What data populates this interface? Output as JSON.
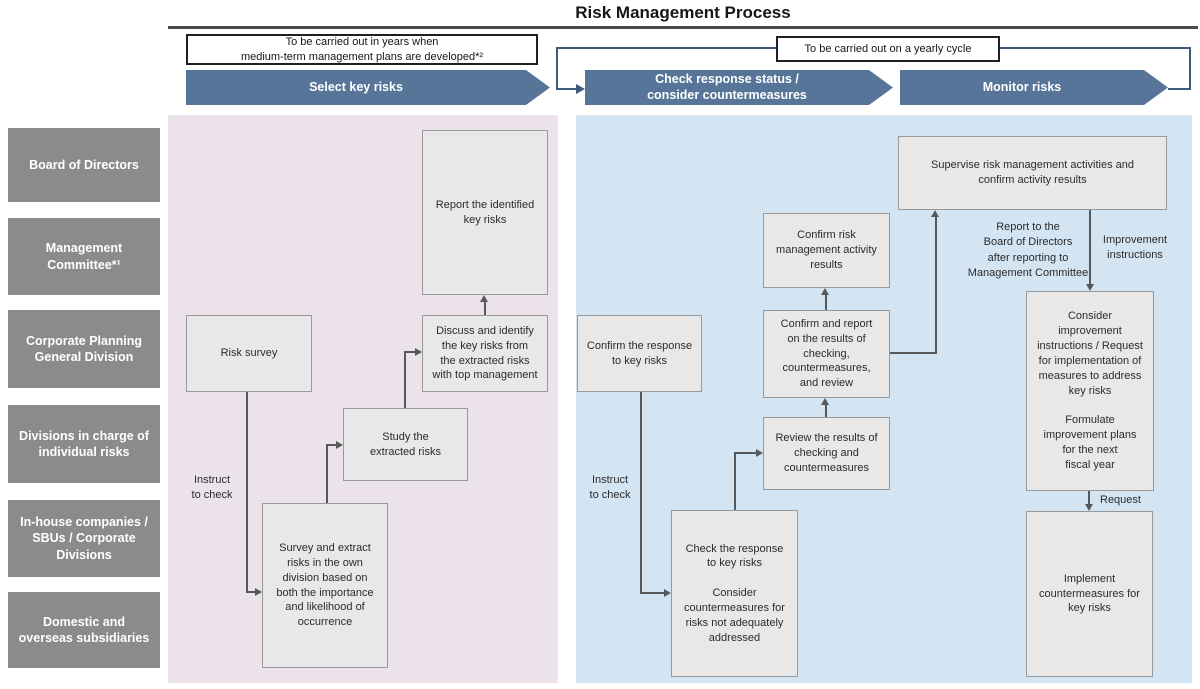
{
  "title": "Risk Management Process",
  "annotations": {
    "medium_term": "To be carried out in years when\nmedium-term management plans are developed*²",
    "yearly_cycle": "To be carried out on a yearly cycle"
  },
  "phases": [
    {
      "label": "Select key risks"
    },
    {
      "label": "Check response status /\nconsider countermeasures"
    },
    {
      "label": "Monitor risks"
    }
  ],
  "actors": [
    "Board of Directors",
    "Management\nCommittee*¹",
    "Corporate Planning\nGeneral Division",
    "Divisions in charge of\nindividual risks",
    "In-house companies /\nSBUs / Corporate\nDivisions",
    "Domestic and\noverseas subsidiaries"
  ],
  "boxes": {
    "report_identified": "Report the identified\nkey risks",
    "risk_survey": "Risk survey",
    "discuss_identify": "Discuss and identify\nthe key risks from\nthe extracted risks\nwith top management",
    "study_extracted": "Study the\nextracted risks",
    "survey_extract": "Survey and extract\nrisks in the own\ndivision based on\nboth the importance\nand likelihood of\noccurrence",
    "confirm_response": "Confirm the response\nto key risks",
    "check_response": "Check the response\nto key risks\n\nConsider\ncountermeasures for\nrisks not adequately\naddressed",
    "review_results": "Review the results of\nchecking and\ncountermeasures",
    "confirm_report": "Confirm and report\non the results of\nchecking,\ncountermeasures,\nand review",
    "confirm_activity": "Confirm risk\nmanagement activity\nresults",
    "supervise": "Supervise risk management activities and\nconfirm activity results",
    "consider_improvement": "Consider\nimprovement\ninstructions / Request\nfor implementation of\nmeasures to address\nkey risks\n\nFormulate\nimprovement plans\nfor the next\nfiscal year",
    "implement": "Implement\ncountermeasures for\nkey risks"
  },
  "edge_labels": {
    "instruct_select": "Instruct\nto check",
    "instruct_check": "Instruct\nto check",
    "report_to_board": "Report to the\nBoard of Directors\nafter reporting to\nManagement Committee",
    "improvement_instructions": "Improvement\ninstructions",
    "request": "Request"
  },
  "edges": [
    {
      "from": "risk_survey",
      "to": "survey_extract",
      "label": "Instruct to check"
    },
    {
      "from": "survey_extract",
      "to": "study_extracted",
      "label": ""
    },
    {
      "from": "study_extracted",
      "to": "discuss_identify",
      "label": ""
    },
    {
      "from": "discuss_identify",
      "to": "report_identified",
      "label": ""
    },
    {
      "from": "select_key_risks_phase",
      "to": "check_response_status_phase",
      "label": ""
    },
    {
      "from": "monitor_risks_phase",
      "to": "check_response_status_phase",
      "label": "To be carried out on a yearly cycle"
    },
    {
      "from": "confirm_response",
      "to": "check_response",
      "label": "Instruct to check"
    },
    {
      "from": "check_response",
      "to": "review_results",
      "label": ""
    },
    {
      "from": "review_results",
      "to": "confirm_report",
      "label": ""
    },
    {
      "from": "confirm_report",
      "to": "confirm_activity",
      "label": ""
    },
    {
      "from": "confirm_report",
      "to": "supervise",
      "label": "Report to the Board of Directors after reporting to Management Committee"
    },
    {
      "from": "supervise",
      "to": "consider_improvement",
      "label": "Improvement instructions"
    },
    {
      "from": "consider_improvement",
      "to": "implement",
      "label": "Request"
    }
  ],
  "colors": {
    "banner": "#567598",
    "loop-line": "#3d5a7c",
    "actor-bg": "#8b8b8b",
    "panel-select": "#ece2eb",
    "panel-cycle": "#d3e4f2",
    "box-bg": "#e9e8e8",
    "box-border": "#999999",
    "arrow": "#57585a",
    "title-rule": "#4a4a4a",
    "ann-border": "#1f1f1f"
  }
}
